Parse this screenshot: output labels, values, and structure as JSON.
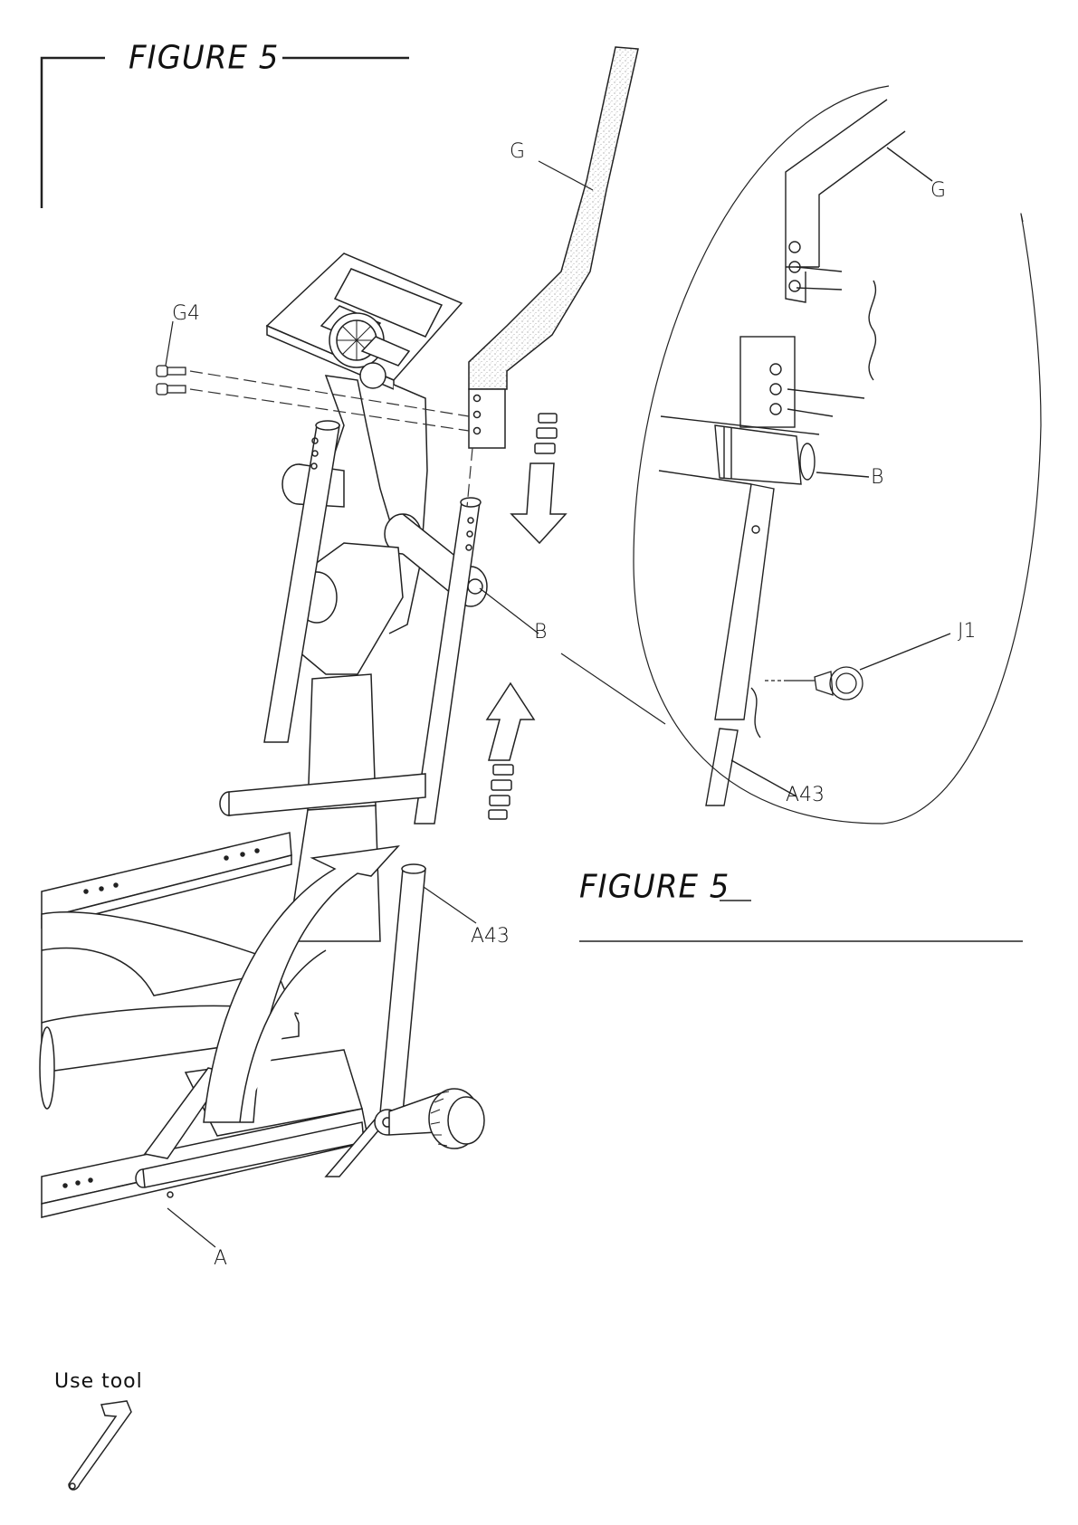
{
  "figure_title_main": "FIGURE 5",
  "figure_title_detail": "FIGURE 5",
  "labels": {
    "G_main": "G",
    "G4": "G4",
    "B_main": "B",
    "A43_main": "A43",
    "A_main": "A",
    "G_detail": "G",
    "B_detail": "B",
    "J1": "J1",
    "A43_detail": "A43"
  },
  "tool_caption": "Use tool",
  "icons": [
    "allen-key-icon",
    "arrow-down-icon",
    "arrow-up-icon",
    "curved-arrow-icon"
  ]
}
